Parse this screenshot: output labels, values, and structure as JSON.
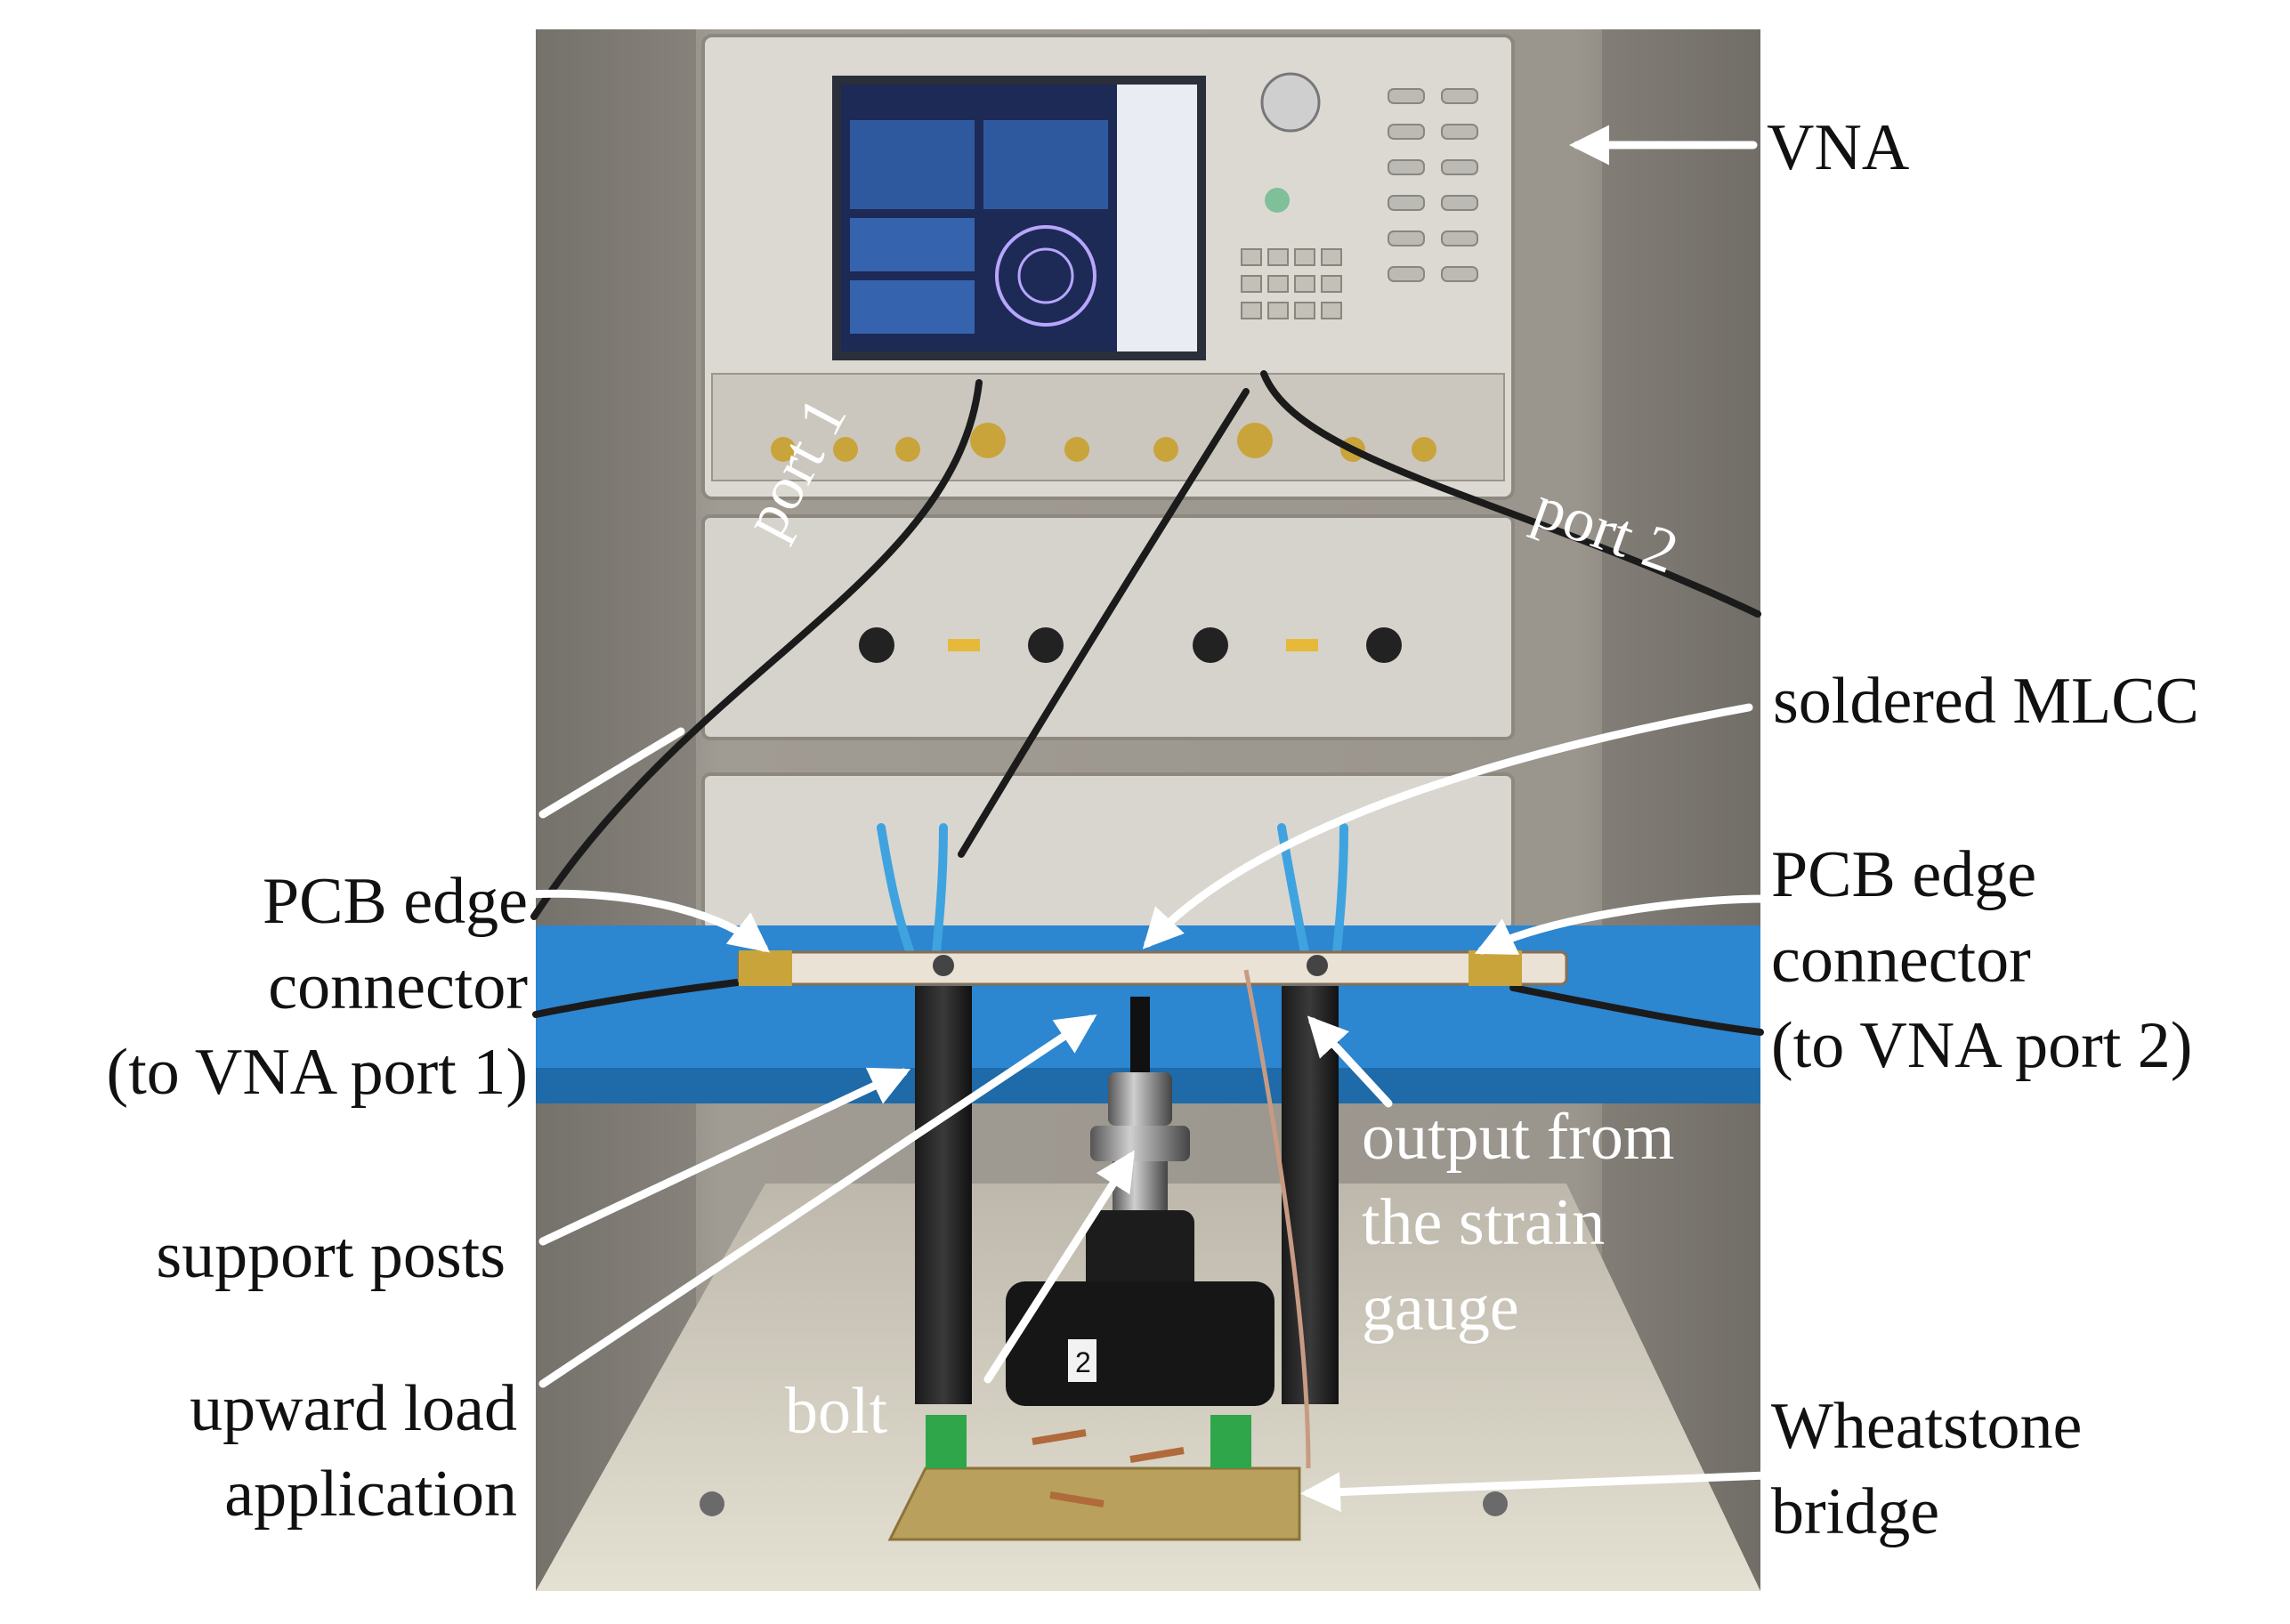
{
  "labels": {
    "vna": "VNA",
    "port1": "port 1",
    "port2": "port 2",
    "soldered_mlcc": "soldered MLCC",
    "pcb_left": [
      "PCB edge",
      "connector",
      "(to VNA port 1)"
    ],
    "pcb_right": [
      "PCB edge",
      "connector",
      "(to VNA port 2)"
    ],
    "support_posts": "support posts",
    "upward_load": [
      "upward load",
      "application"
    ],
    "output_gauge": [
      "output from",
      "the strain",
      "gauge"
    ],
    "bolt": "bolt",
    "wheatstone": [
      "Wheatstone",
      "bridge"
    ],
    "rig_number": "2"
  },
  "colors": {
    "cabinet": "#8f8a82",
    "instrument": "#d9d6cf",
    "screen_bg": "#1d2a55",
    "blue_mat": "#2c86d0",
    "arrow": "#ffffff"
  }
}
